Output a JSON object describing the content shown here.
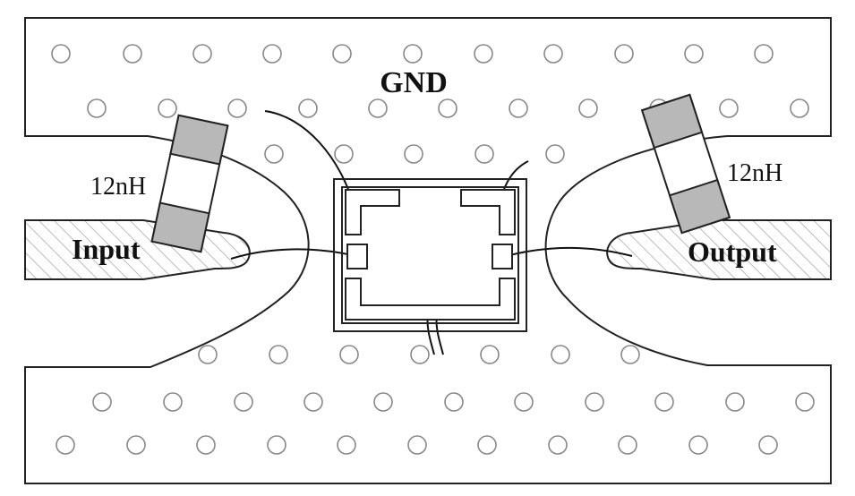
{
  "labels": {
    "gnd": "GND",
    "input": "Input",
    "output": "Output",
    "inductor_left": "12nH",
    "inductor_right": "12nH"
  },
  "colors": {
    "line": "#222222",
    "via": "#888888",
    "inductor_cap": "#b8b8b8",
    "hatch": "#bbbbbb"
  }
}
